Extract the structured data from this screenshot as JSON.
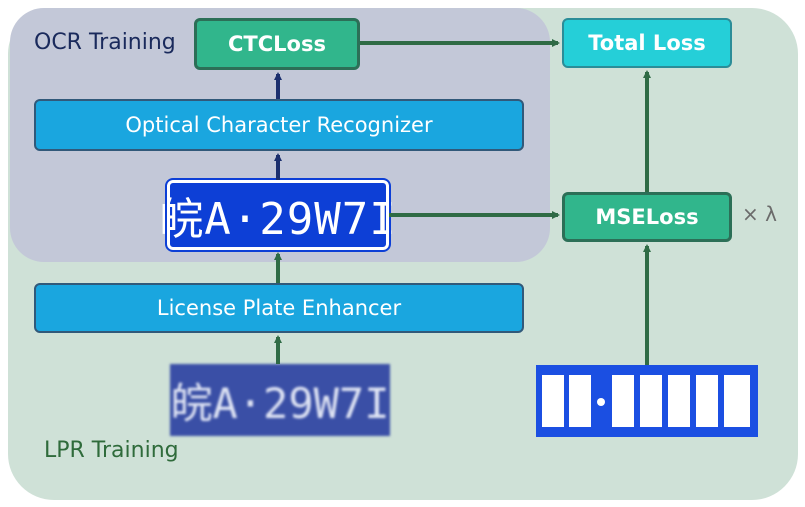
{
  "panels": {
    "ocr_training_label": "OCR Training",
    "lpr_training_label": "LPR Training"
  },
  "nodes": {
    "ctc_loss": "CTCLoss",
    "total_loss": "Total Loss",
    "optical_character_recognizer": "Optical Character Recognizer",
    "mse_loss": "MSELoss",
    "mse_weight": "× λ",
    "license_plate_enhancer": "License Plate Enhancer"
  },
  "plates": {
    "enhanced_plate_text": "皖A·29W7I",
    "input_plate_text": "皖A·29W7I"
  },
  "colors": {
    "outer_panel": "#cfe1d7",
    "ocr_panel": "#c3c8d8",
    "module_box": "#1aa6df",
    "loss_box": "#31b68c",
    "total_loss_box": "#25cfd8",
    "ocr_arrow": "#1b2f6e",
    "lpr_arrow": "#2f6b45"
  },
  "icons": [
    "char-layout-grid-icon"
  ]
}
